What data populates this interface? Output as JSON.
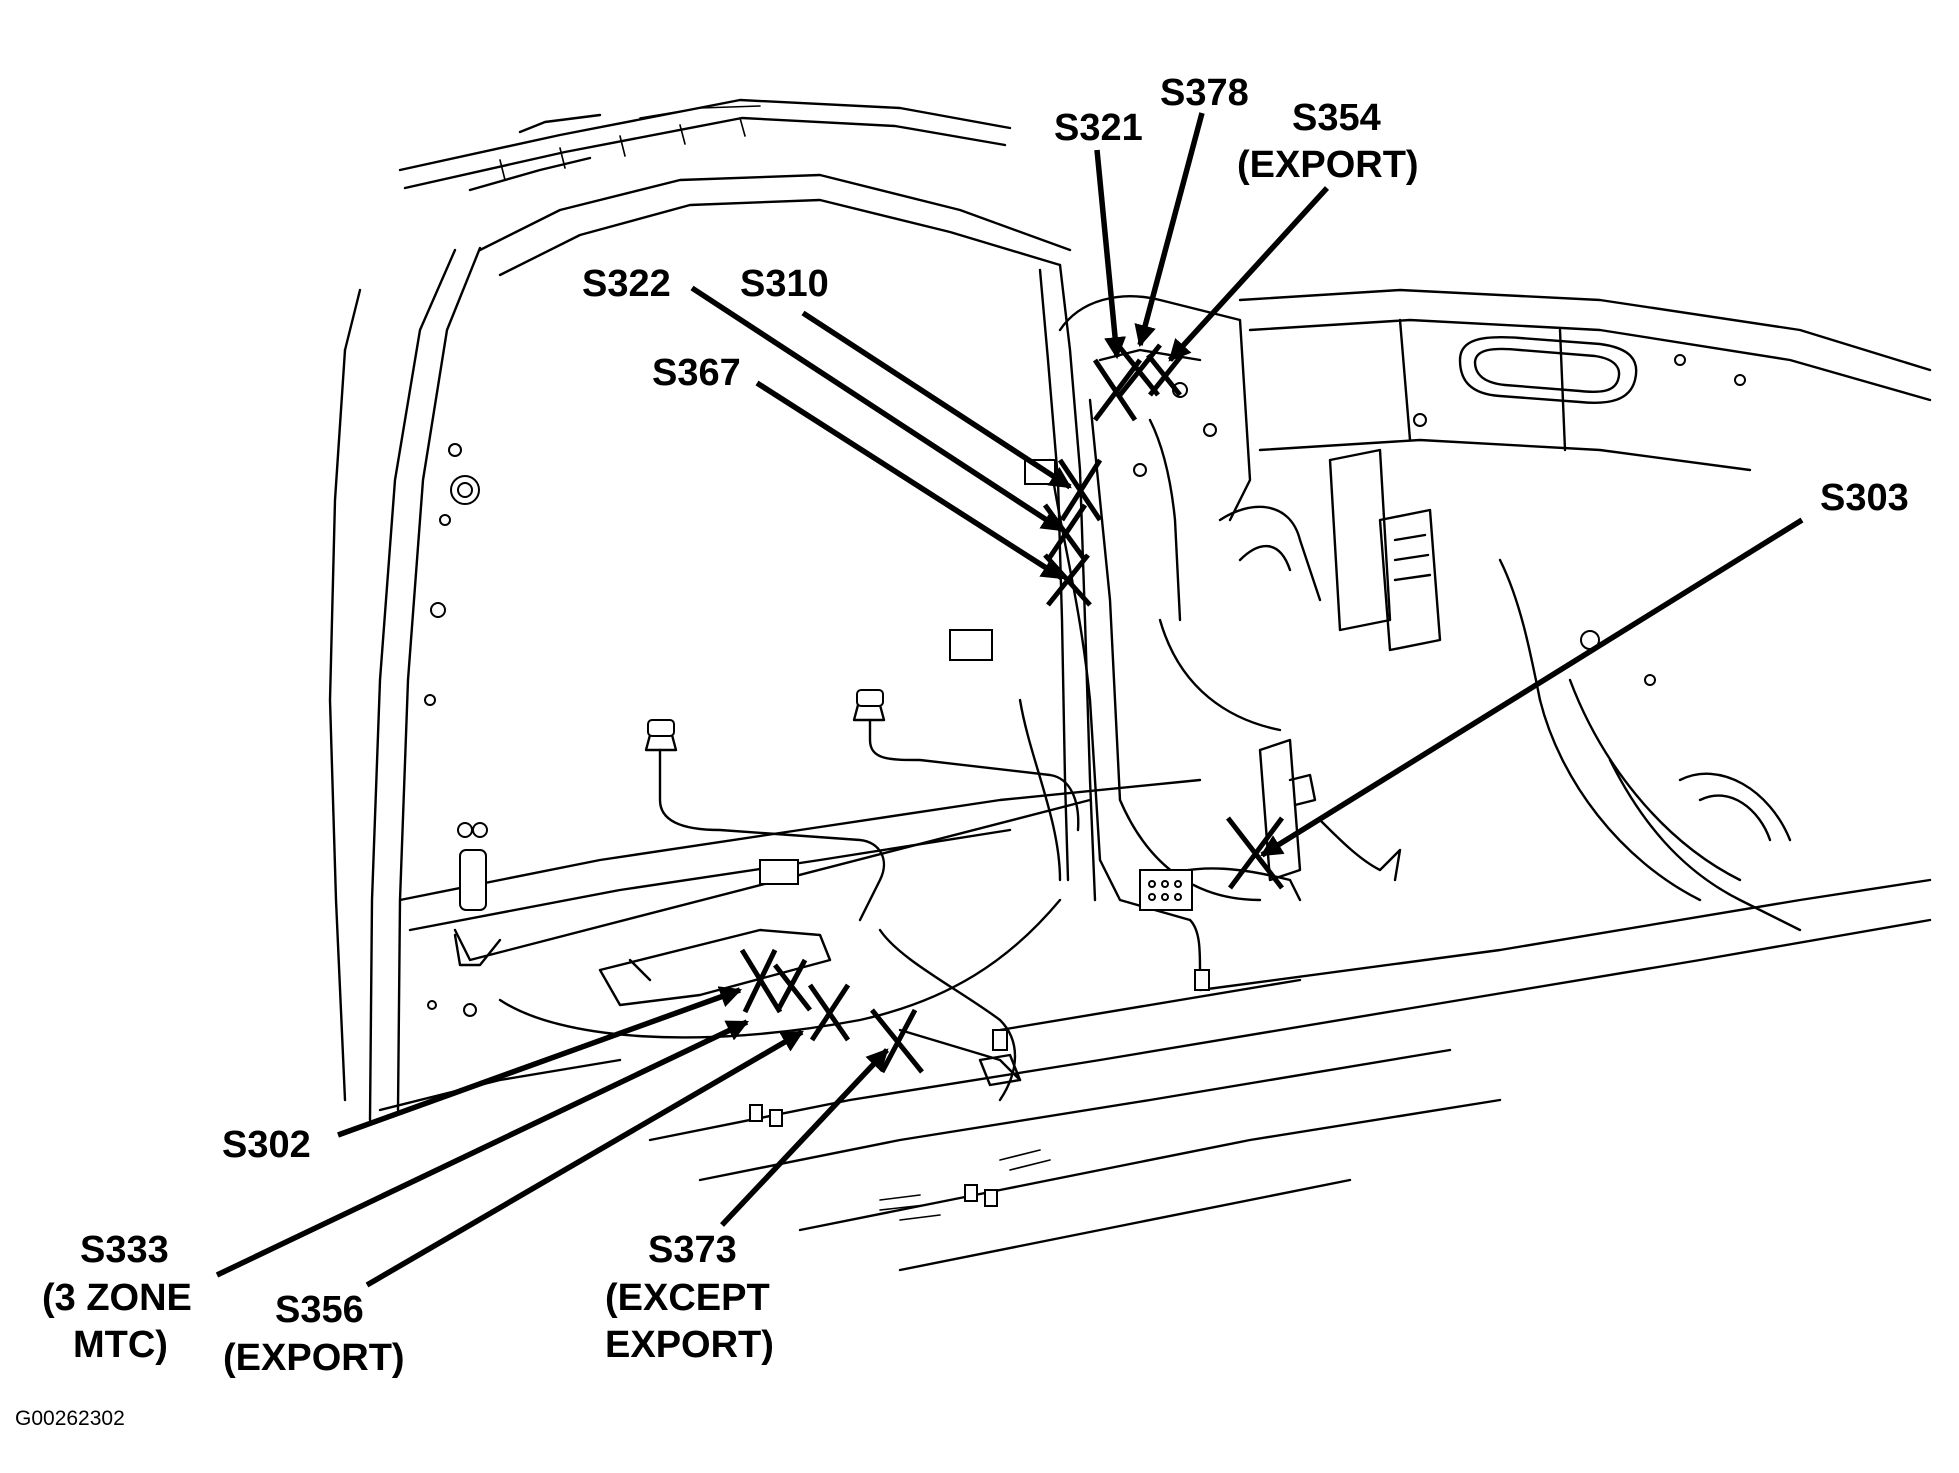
{
  "diagram": {
    "labels": {
      "s321": "S321",
      "s378": "S378",
      "s354_name": "S354",
      "s354_note": "(EXPORT)",
      "s322": "S322",
      "s310": "S310",
      "s367": "S367",
      "s303": "S303",
      "s302": "S302",
      "s333_name": "S333",
      "s333_note1": "(3 ZONE",
      "s333_note2": "MTC)",
      "s356_name": "S356",
      "s356_note": "(EXPORT)",
      "s373_name": "S373",
      "s373_note1": "(EXCEPT",
      "s373_note2": "EXPORT)"
    },
    "figure_code": "G00262302"
  }
}
